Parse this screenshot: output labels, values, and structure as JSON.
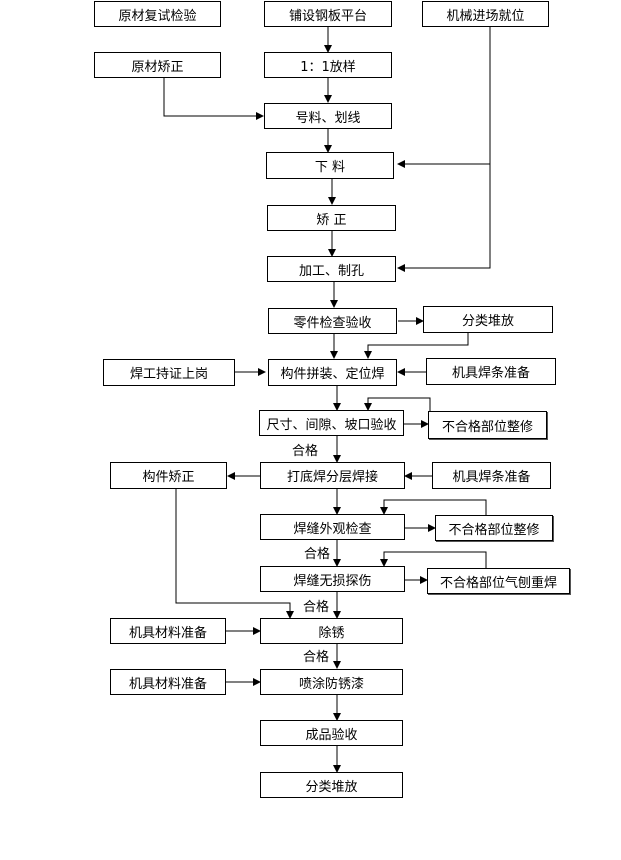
{
  "nodes": {
    "raw_material_retest": "原材复试检验",
    "lay_steel_platform": "铺设钢板平台",
    "machinery_in_place": "机械进场就位",
    "raw_material_straighten": "原材矫正",
    "full_scale_layout": "1：1放样",
    "marking_lining": "号料、划线",
    "blanking": "下  料",
    "straighten": "矫  正",
    "machining_drilling": "加工、制孔",
    "part_inspection": "零件检查验收",
    "sort_stack_1": "分类堆放",
    "welder_certified": "焊工持证上岗",
    "assembly_tack_weld": "构件拼装、定位焊",
    "tools_electrode_prep_1": "机具焊条准备",
    "dimension_gap_check": "尺寸、间隙、坡口验收",
    "repair_nonconform_1": "不合格部位整修",
    "member_straighten": "构件矫正",
    "backing_layered_weld": "打底焊分层焊接",
    "tools_electrode_prep_2": "机具焊条准备",
    "weld_visual_check": "焊缝外观检查",
    "repair_nonconform_2": "不合格部位整修",
    "weld_ndt": "焊缝无损探伤",
    "gouge_reweld": "不合格部位气刨重焊",
    "tools_material_prep_1": "机具材料准备",
    "rust_removal": "除锈",
    "tools_material_prep_2": "机具材料准备",
    "anti_rust_paint": "喷涂防锈漆",
    "final_acceptance": "成品验收",
    "sort_stack_2": "分类堆放"
  },
  "labels": {
    "pass_1": "合格",
    "pass_2": "合格",
    "pass_3": "合格",
    "pass_4": "合格"
  }
}
